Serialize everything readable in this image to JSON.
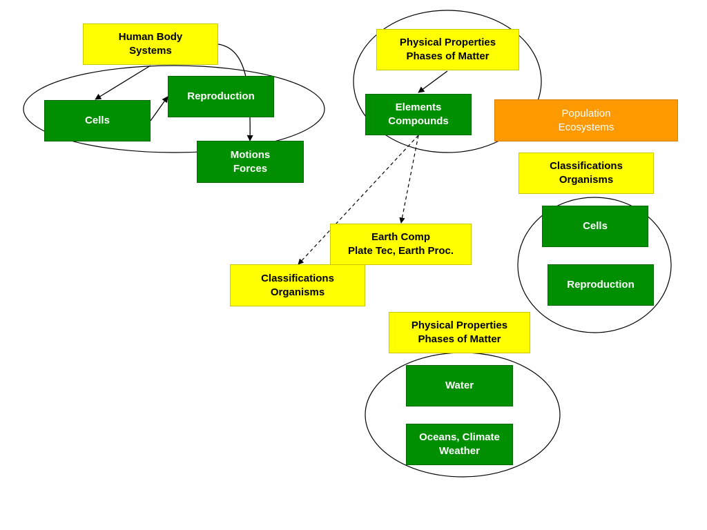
{
  "colors": {
    "yellow_box": "#ffff00",
    "green_box": "#008f00",
    "orange_box": "#ff9900",
    "text_dark": "#000000",
    "text_light": "#ffffff",
    "lines": "#000000"
  },
  "boxes": {
    "human_body_systems": "Human Body\nSystems",
    "cells_left": "Cells",
    "reproduction_left": "Reproduction",
    "motions_forces": "Motions\nForces",
    "physical_properties_top": "Physical Properties\nPhases of Matter",
    "elements_compounds": "Elements\nCompounds",
    "population_ecosystems": "Population\nEcosystems",
    "classifications_right": "Classifications\nOrganisms",
    "cells_right": "Cells",
    "reproduction_right": "Reproduction",
    "earth_comp": "Earth Comp\nPlate Tec, Earth Proc.",
    "classifications_middle": "Classifications\nOrganisms",
    "physical_properties_bottom": "Physical Properties\nPhases of Matter",
    "water": "Water",
    "oceans_climate": "Oceans, Climate\nWeather"
  }
}
